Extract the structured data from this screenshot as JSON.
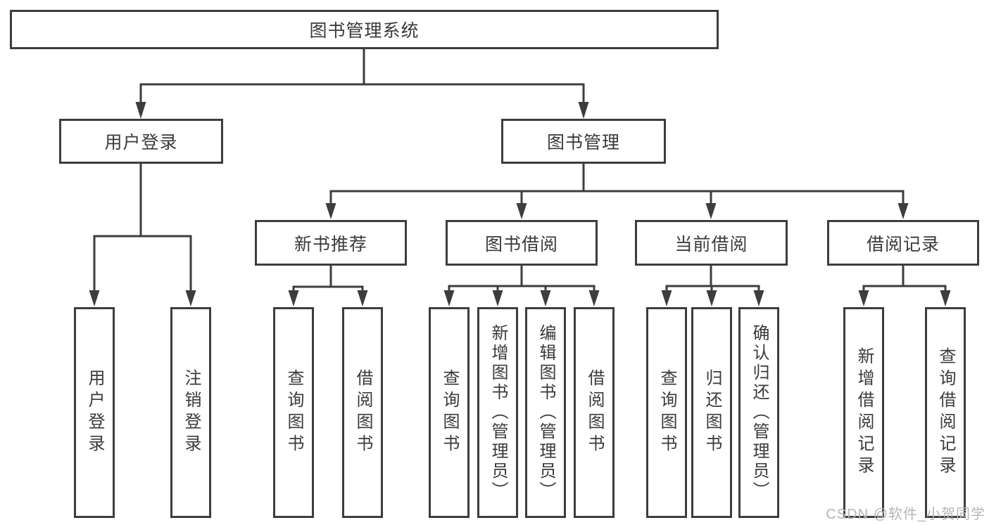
{
  "diagram": {
    "title_note": "functional structure tree of a library management system",
    "root": {
      "label": "图书管理系统"
    },
    "level1": [
      {
        "label": "用户登录"
      },
      {
        "label": "图书管理"
      }
    ],
    "level2": [
      {
        "label": "新书推荐"
      },
      {
        "label": "图书借阅"
      },
      {
        "label": "当前借阅"
      },
      {
        "label": "借阅记录"
      }
    ],
    "leaves": {
      "user_login": [
        {
          "label": "用户登录"
        },
        {
          "label": "注销登录"
        }
      ],
      "new_book": [
        {
          "label": "查询图书"
        },
        {
          "label": "借阅图书"
        }
      ],
      "book_borrow": [
        {
          "label": "查询图书"
        },
        {
          "label": "新增图书（管理员）"
        },
        {
          "label": "编辑图书（管理员）"
        },
        {
          "label": "借阅图书"
        }
      ],
      "current_borrow": [
        {
          "label": "查询图书"
        },
        {
          "label": "归还图书"
        },
        {
          "label": "确认归还（管理员）"
        }
      ],
      "borrow_record": [
        {
          "label": "新增借阅记录"
        },
        {
          "label": "查询借阅记录"
        }
      ]
    },
    "colors": {
      "line": "#3d3d3d",
      "text": "#3a3a3a",
      "background": "#ffffff",
      "watermark": "#b5b5b5"
    }
  },
  "watermark": {
    "text": "CSDN @软件_小贺同学"
  }
}
